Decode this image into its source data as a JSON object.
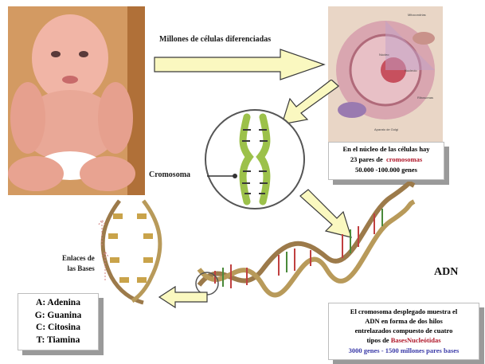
{
  "arrow_label": "Millones de células diferenciadas",
  "chromosome_label": "Cromosoma",
  "nucleus_box": {
    "line1": "En el núcleo de las células hay",
    "line2_pre": "23 pares de",
    "line2_highlight": "cromosomas",
    "line3": "50.000 -100.000 genes"
  },
  "bonds_label": {
    "line1": "Enlaces de",
    "line2": "las Bases"
  },
  "dna_label": "ADN",
  "bases_box": [
    "A: Adenina",
    "G: Guanina",
    "C: Citosina",
    "T: Tiamina"
  ],
  "dna_box": {
    "line1": "El cromosoma desplegado muestra el",
    "line2": "ADN en forma de dos hilos",
    "line3": "entrelazados compuesto de cuatro",
    "line4_pre": "tipos de",
    "line4_highlight": "BasesNucleótidas",
    "line5": "3000 genes - 1500 millones pares bases"
  },
  "cell_labels": [
    "Mitocondrias",
    "Núcleo",
    "Nucleolo",
    "Ribosomas",
    "Aparato de Golgi"
  ],
  "colors": {
    "arrow_fill": "#faf8c0",
    "arrow_stroke": "#3a3a3a",
    "chromosome_green": "#9cc14a",
    "highlight_red": "#b0182a",
    "highlight_blue": "#3a3aa8"
  }
}
